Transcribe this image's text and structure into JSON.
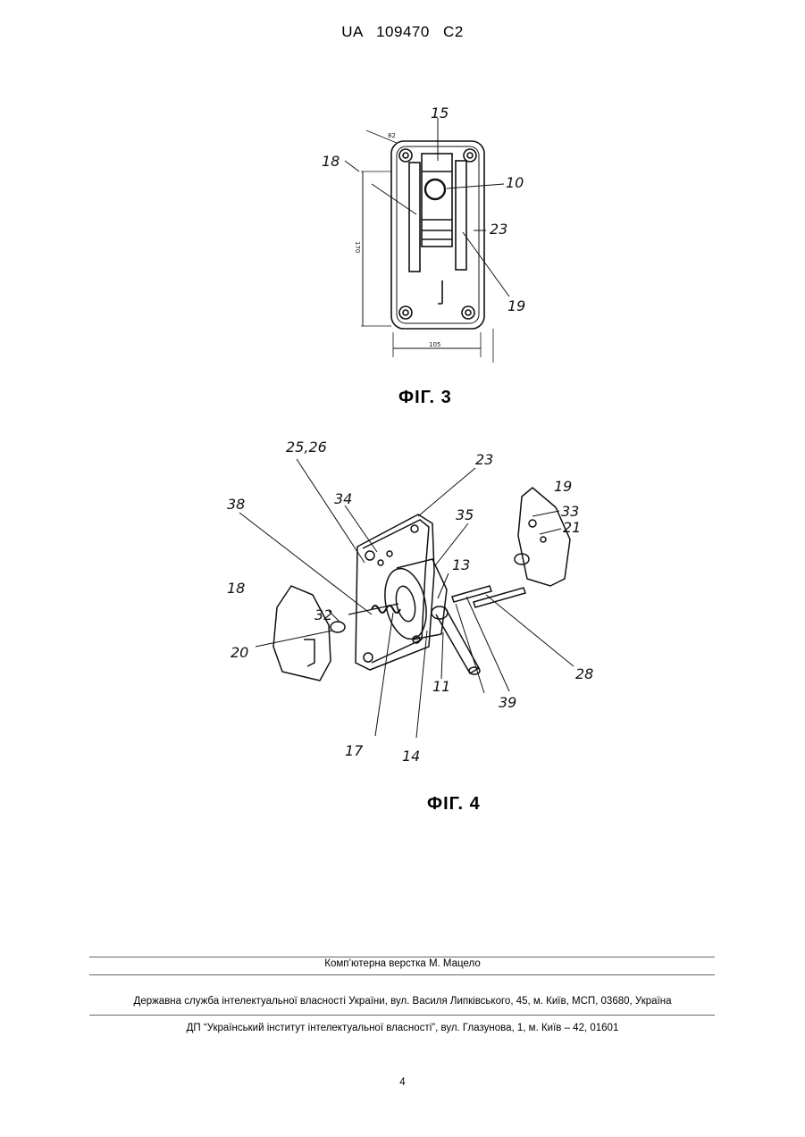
{
  "header": {
    "patent_id": "UA   109470   C2"
  },
  "figure3": {
    "caption": "ФІГ. 3",
    "labels": {
      "l15": "15",
      "l18": "18",
      "l10": "10",
      "l23": "23",
      "l19": "19",
      "dim_top": "82",
      "dim_side": "170",
      "dim_bottom": "105"
    }
  },
  "figure4": {
    "caption": "ФІГ. 4",
    "labels": {
      "l25_26": "25,26",
      "l23": "23",
      "l19": "19",
      "l38": "38",
      "l34": "34",
      "l35": "35",
      "l33": "33",
      "l21": "21",
      "l18": "18",
      "l13": "13",
      "l32": "32",
      "l20": "20",
      "l28": "28",
      "l11": "11",
      "l39": "39",
      "l17": "17",
      "l14": "14"
    }
  },
  "footer": {
    "layout_credit": "Комп’ютерна верстка М. Мацело",
    "office_line": "Державна служба інтелектуальної власності України, вул. Василя Липківського, 45, м. Київ, МСП, 03680, Україна",
    "institute_line": "ДП “Український інститут інтелектуальної власності”, вул. Глазунова, 1, м. Київ – 42, 01601",
    "page_number": "4"
  }
}
